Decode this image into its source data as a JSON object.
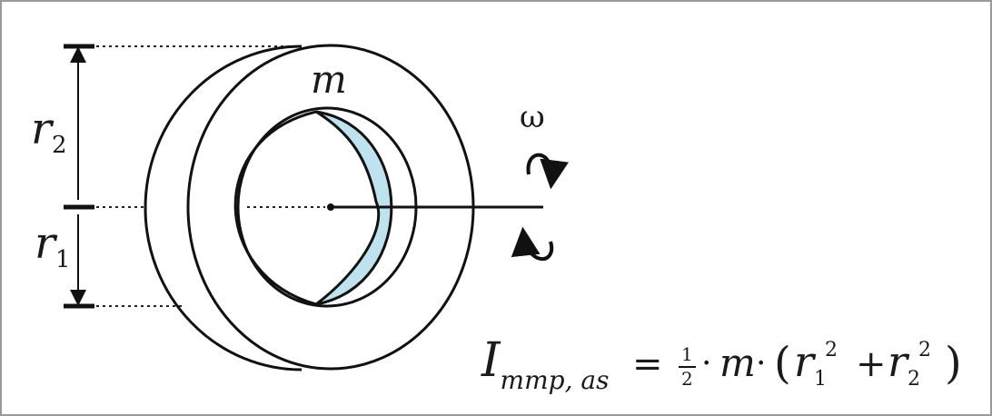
{
  "labels": {
    "mass": "m",
    "radius_outer": "r",
    "radius_outer_sub": "2",
    "radius_inner": "r",
    "radius_inner_sub": "1",
    "omega": "ω"
  },
  "formula": {
    "lhs_symbol": "I",
    "lhs_subscript": "mmp, as",
    "equals": "=",
    "half_num": "1",
    "half_den": "2",
    "dot1": "·",
    "m": "m",
    "dot2": "·",
    "open_paren": "(",
    "r1": "r",
    "r1_sub": "1",
    "r1_sup": "2",
    "plus": "+",
    "r2": "r",
    "r2_sub": "2",
    "r2_sup": "2",
    "close_paren": ")"
  },
  "colors": {
    "crescent_fill": "#bfe3ee",
    "stroke": "#111111"
  }
}
